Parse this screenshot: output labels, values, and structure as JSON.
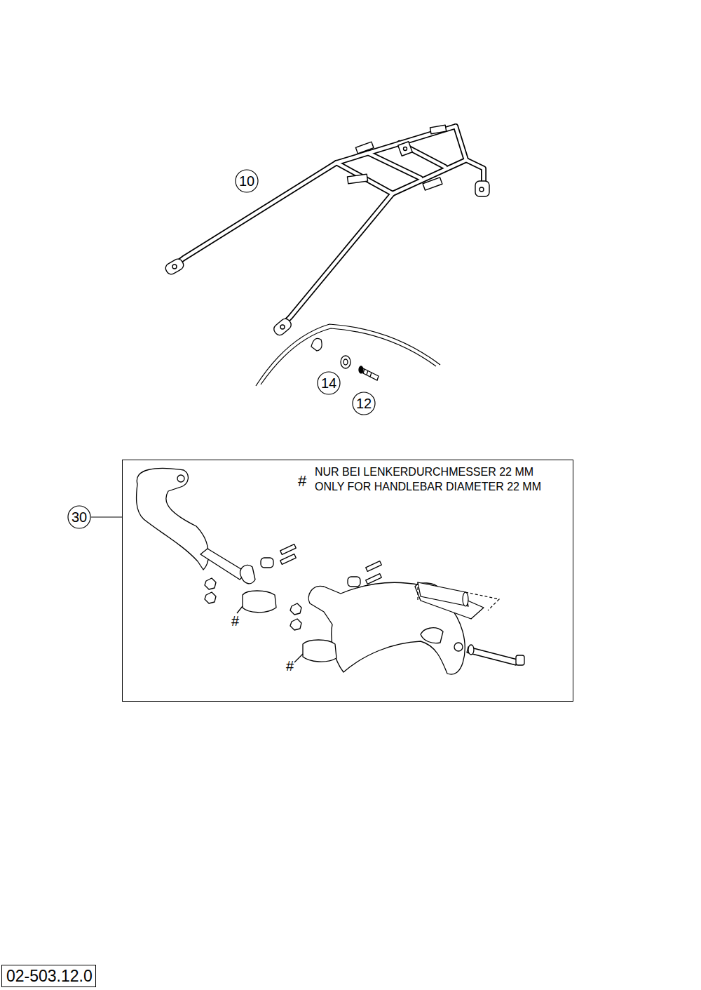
{
  "diagram": {
    "nodes": [
      {
        "text": [
          "10"
        ]
      },
      {
        "text": [
          "14"
        ]
      },
      {
        "text": [
          "12"
        ]
      },
      {
        "text": [
          "#",
          "NUR BEI LENKERDURCHMESSER 22 MM",
          "ONLY FOR HANDLEBAR DIAMETER 22 MM",
          "#",
          "#"
        ]
      },
      {
        "text": [
          "30"
        ]
      },
      {
        "text": [
          "02-503.12.0"
        ]
      }
    ],
    "edges": [
      {
        "from": 4,
        "to": 3,
        "arrow": "none"
      }
    ]
  }
}
